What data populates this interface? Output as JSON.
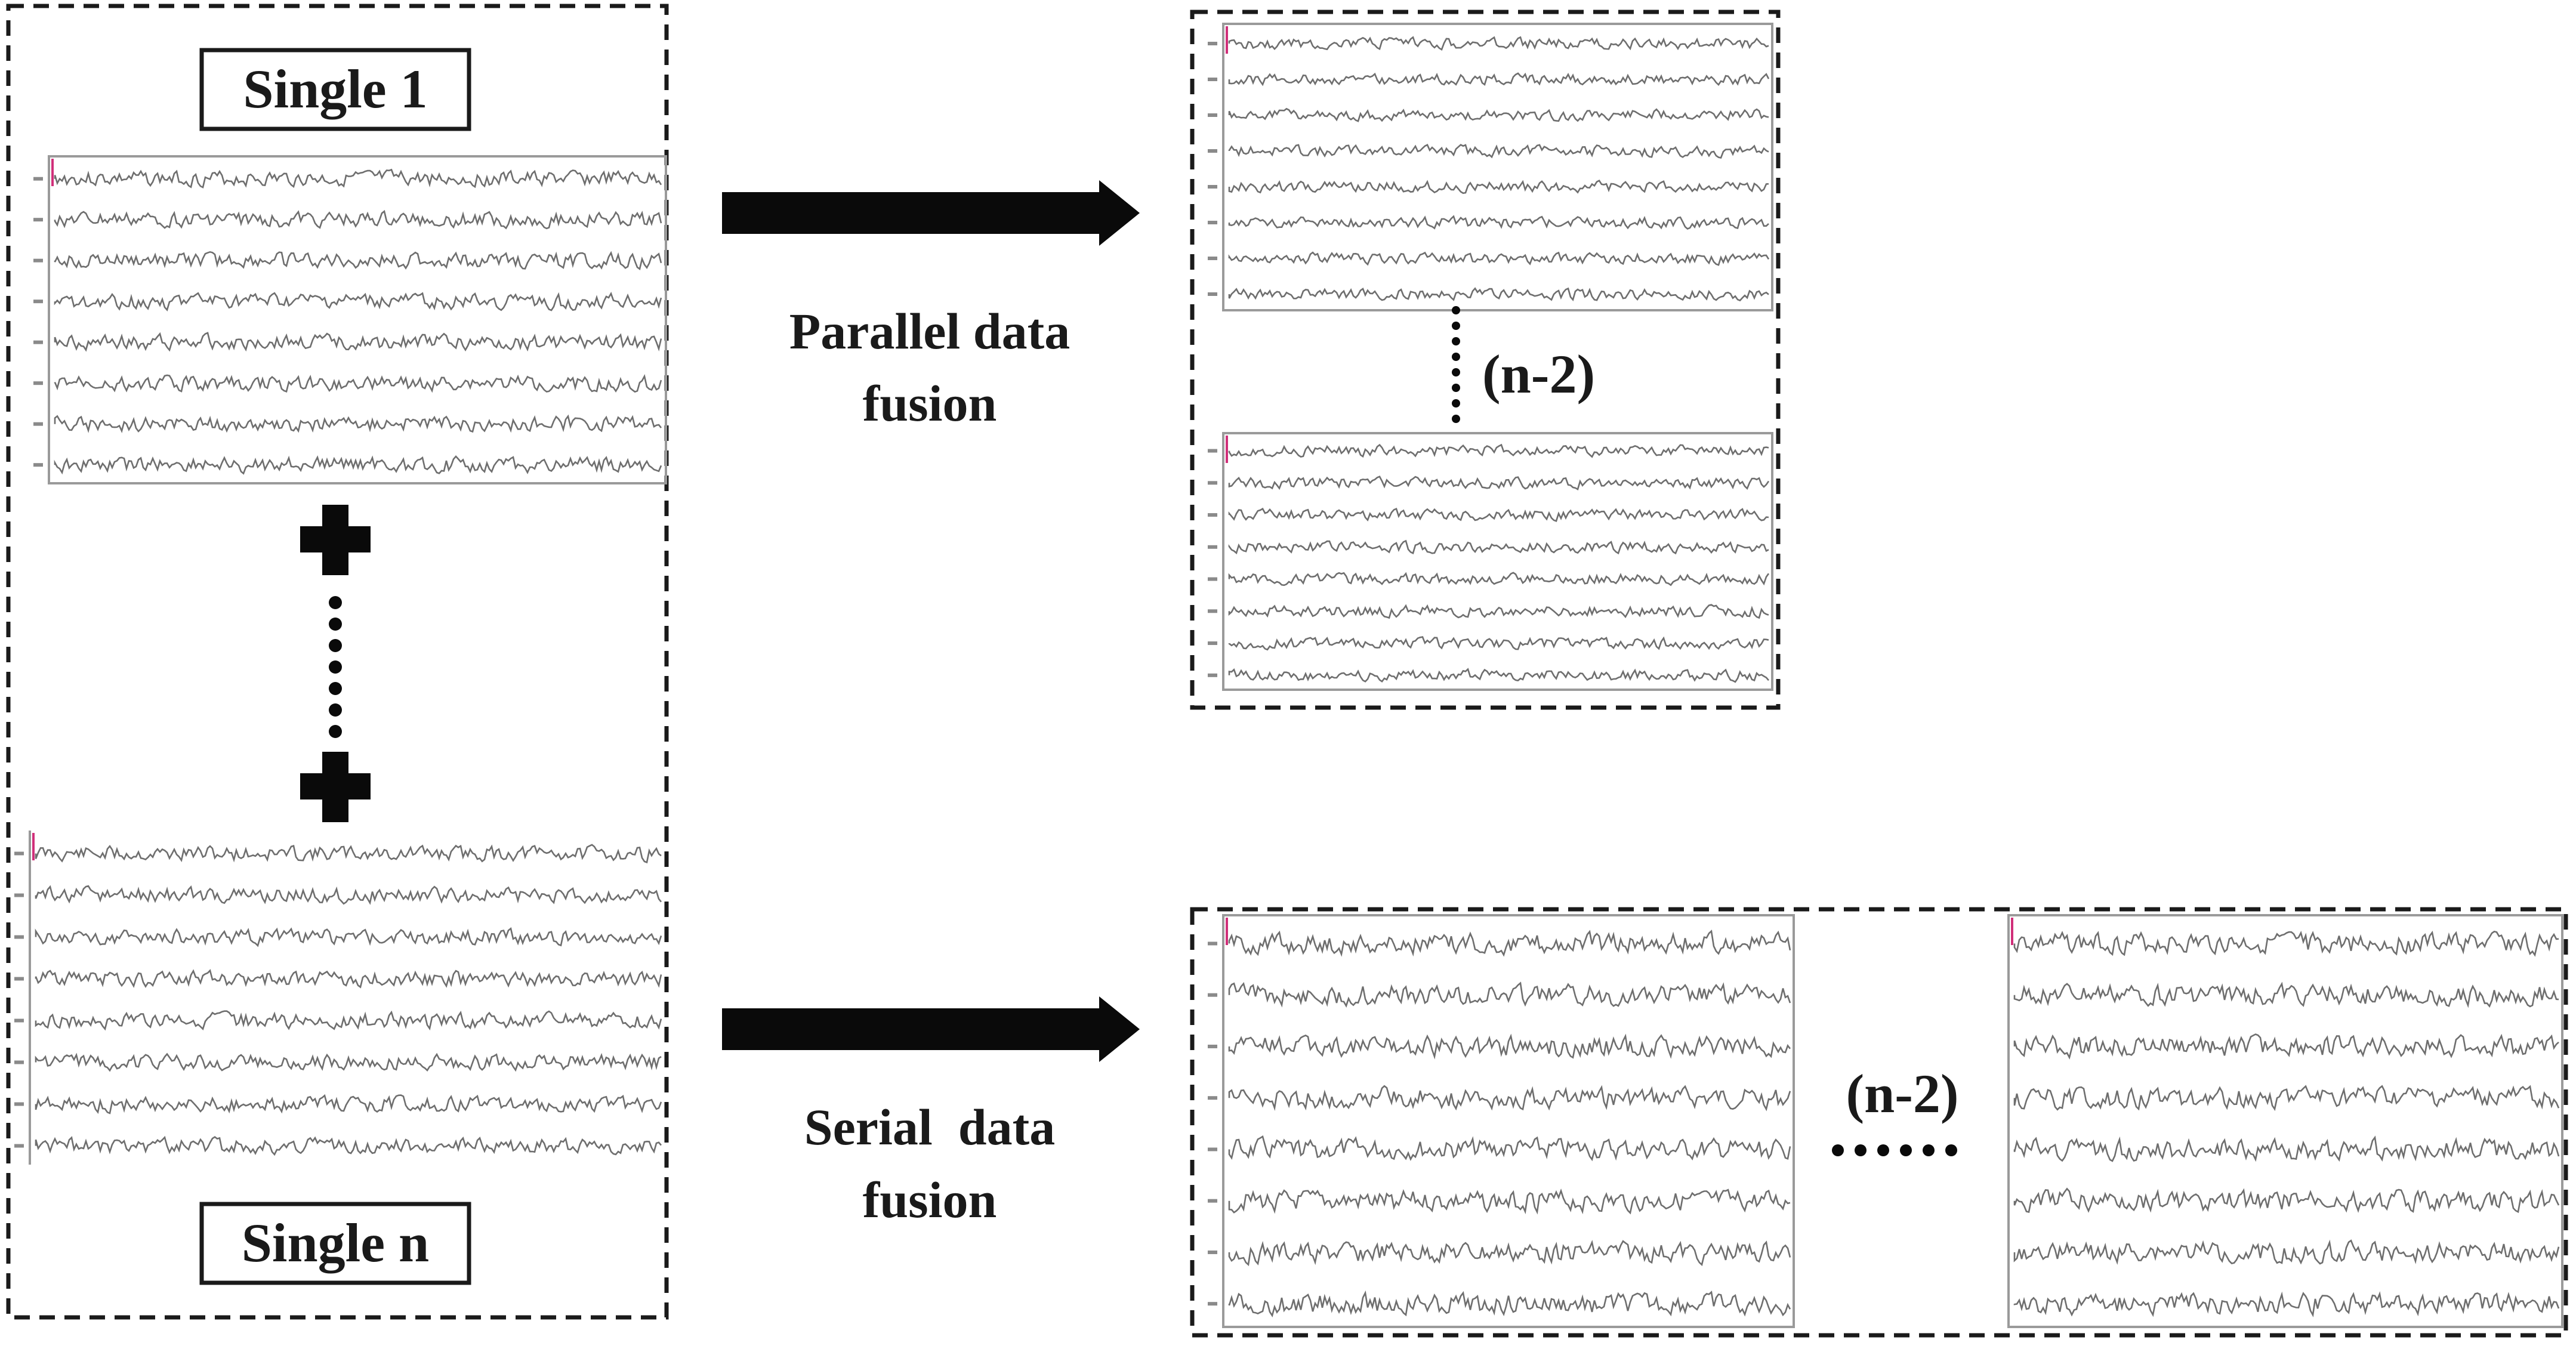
{
  "left_panel": {
    "title_top": "Single 1",
    "title_bottom": "Single n"
  },
  "arrows": {
    "parallel_line1": "Parallel data",
    "parallel_line2": "fusion",
    "serial_line1": "Serial  data",
    "serial_line2": "fusion"
  },
  "parallel_panel": {
    "gap_label": "(n-2)"
  },
  "serial_panel": {
    "gap_label": "(n-2)"
  },
  "colors": {
    "ink": "#1a1a1a",
    "trace": "#6e6e6e",
    "frame": "#9a9a9a",
    "marker": "#d0307a"
  }
}
